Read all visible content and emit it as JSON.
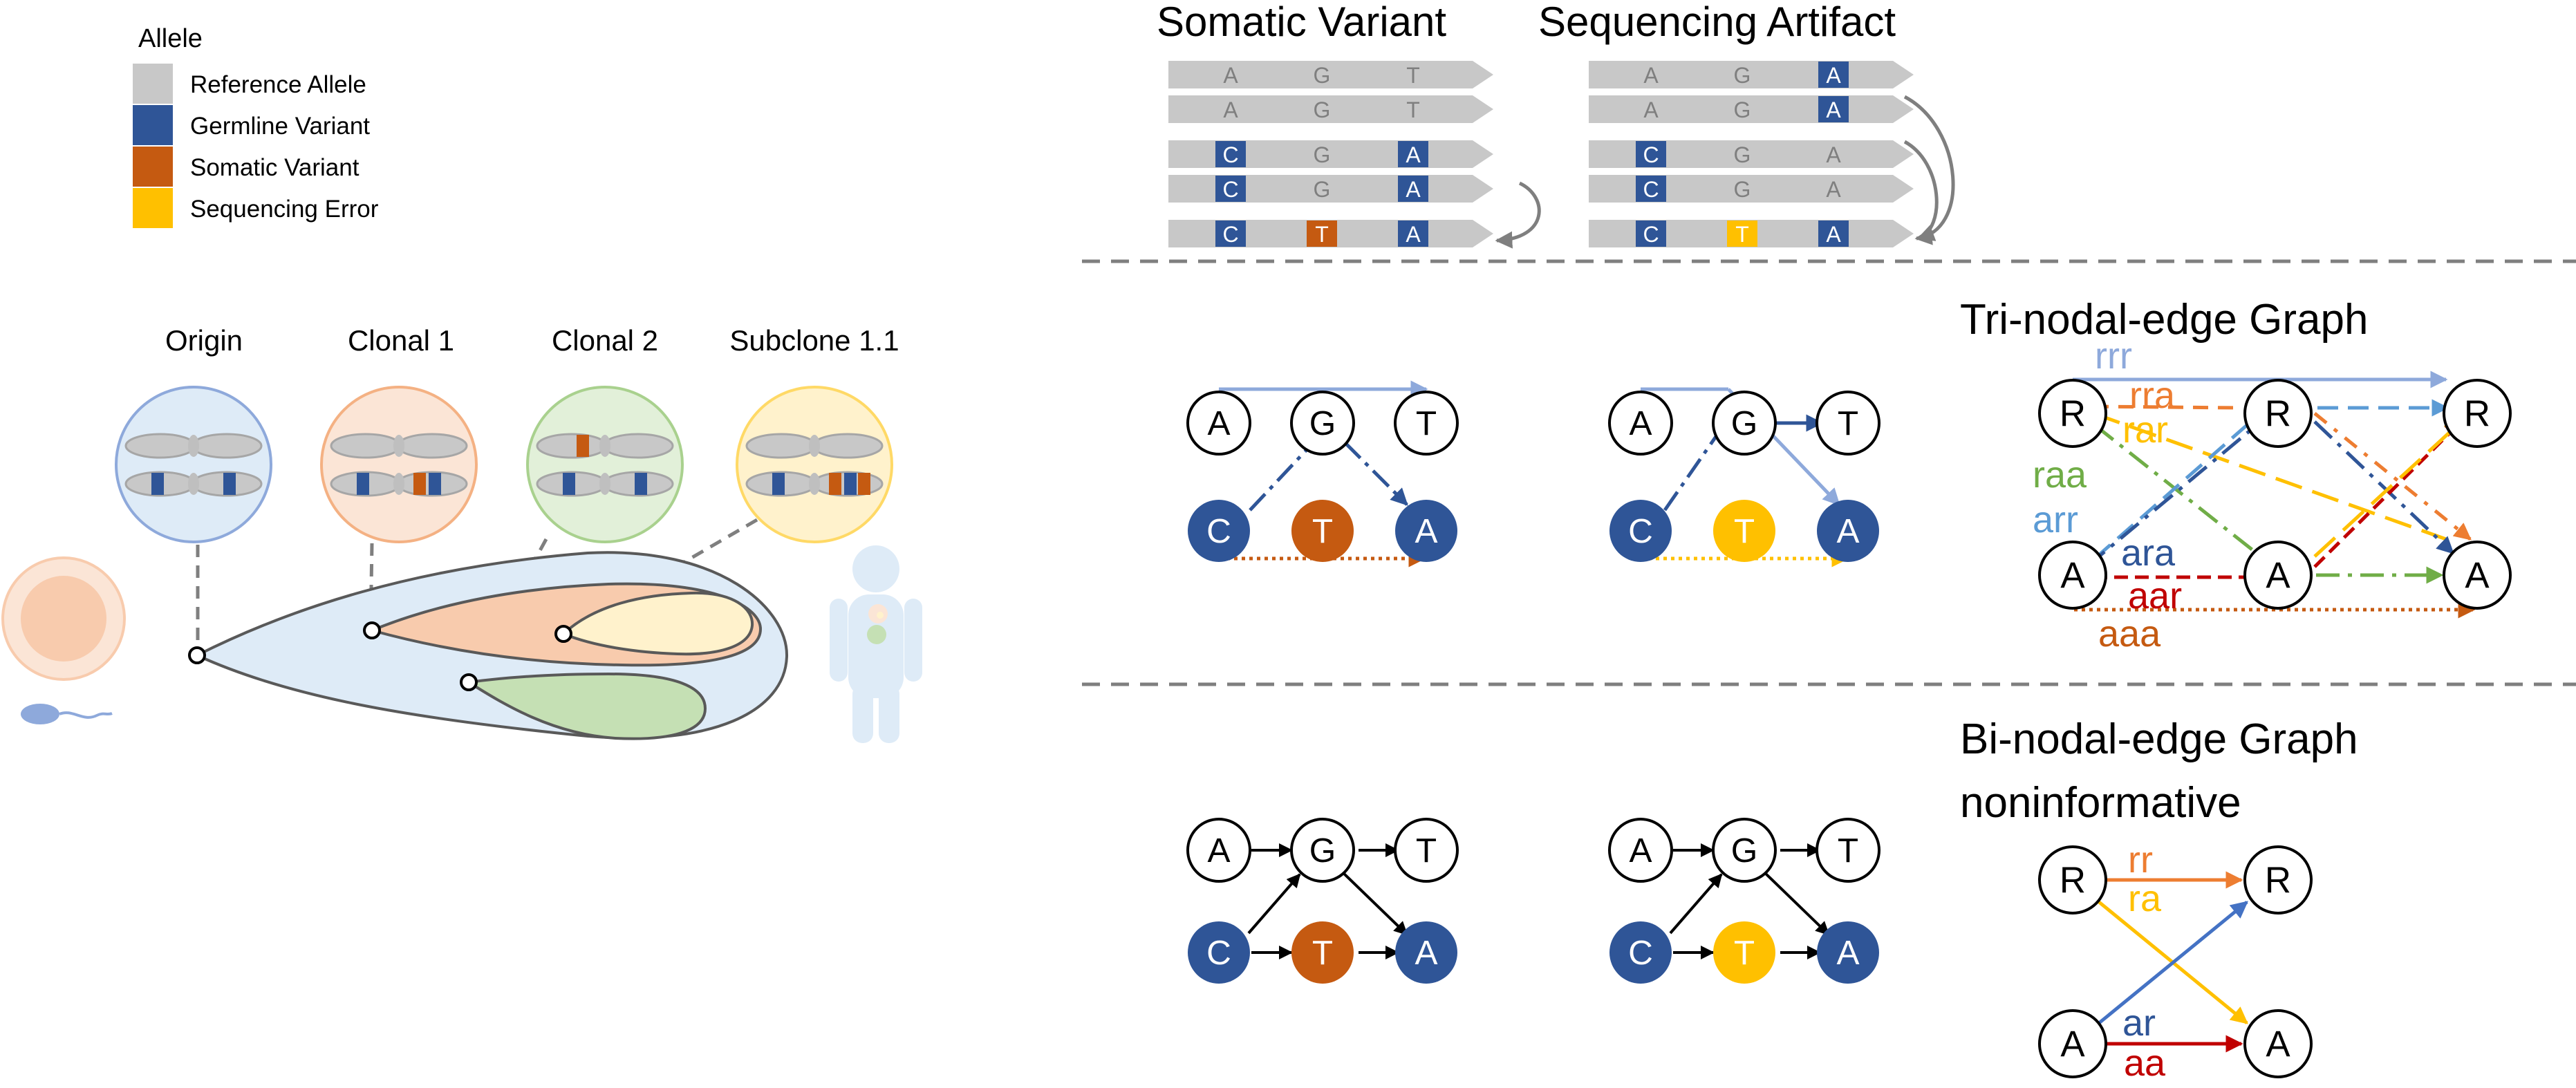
{
  "colors": {
    "reference": "#C8C8C8",
    "germline": "#2F5597",
    "somatic": "#C55A11",
    "seq_error": "#FFC000",
    "ref_text": "#7F7F7F",
    "light_blue": "#8EA9DB",
    "orange_light": "#ED7D31",
    "green": "#70AD47",
    "yellow": "#FFC000",
    "sky": "#5B9BD5",
    "dark_red": "#C00000",
    "brown": "#C55A11"
  },
  "legend": {
    "title": "Allele",
    "items": [
      {
        "label": "Reference Allele",
        "color": "#C8C8C8"
      },
      {
        "label": "Germline Variant",
        "color": "#2F5597"
      },
      {
        "label": "Somatic Variant",
        "color": "#C55A11"
      },
      {
        "label": "Sequencing Error",
        "color": "#FFC000"
      }
    ]
  },
  "evolution": {
    "labels": [
      "Origin",
      "Clonal 1",
      "Clonal 2",
      "Subclone 1.1"
    ],
    "icons": [
      "cell-icon",
      "sperm-icon",
      "human-icon"
    ]
  },
  "reads": {
    "somatic_title": "Somatic Variant",
    "artifact_title": "Sequencing Artifact",
    "somatic_rows": [
      [
        {
          "b": "A"
        },
        {
          "b": "G"
        },
        {
          "b": "T"
        }
      ],
      [
        {
          "b": "A"
        },
        {
          "b": "G"
        },
        {
          "b": "T"
        }
      ],
      [
        {
          "b": "C",
          "c": "germline"
        },
        {
          "b": "G"
        },
        {
          "b": "A",
          "c": "germline"
        }
      ],
      [
        {
          "b": "C",
          "c": "germline"
        },
        {
          "b": "G"
        },
        {
          "b": "A",
          "c": "germline"
        }
      ],
      [
        {
          "b": "C",
          "c": "germline"
        },
        {
          "b": "T",
          "c": "somatic"
        },
        {
          "b": "A",
          "c": "germline"
        }
      ]
    ],
    "artifact_rows": [
      [
        {
          "b": "A"
        },
        {
          "b": "G"
        },
        {
          "b": "A",
          "c": "germline"
        }
      ],
      [
        {
          "b": "A"
        },
        {
          "b": "G"
        },
        {
          "b": "A",
          "c": "germline"
        }
      ],
      [
        {
          "b": "C",
          "c": "germline"
        },
        {
          "b": "G"
        },
        {
          "b": "A"
        }
      ],
      [
        {
          "b": "C",
          "c": "germline"
        },
        {
          "b": "G"
        },
        {
          "b": "A"
        }
      ],
      [
        {
          "b": "C",
          "c": "germline"
        },
        {
          "b": "T",
          "c": "seq_error"
        },
        {
          "b": "A",
          "c": "germline"
        }
      ]
    ]
  },
  "graphs": {
    "somatic": {
      "top": [
        "A",
        "G",
        "T"
      ],
      "bottom": [
        {
          "b": "C",
          "c": "germline"
        },
        {
          "b": "T",
          "c": "somatic"
        },
        {
          "b": "A",
          "c": "germline"
        }
      ]
    },
    "artifact": {
      "top": [
        "A",
        "G",
        "T"
      ],
      "bottom": [
        {
          "b": "C",
          "c": "germline"
        },
        {
          "b": "T",
          "c": "seq_error"
        },
        {
          "b": "A",
          "c": "germline"
        }
      ]
    },
    "tri_title": "Tri-nodal-edge Graph",
    "tri_nodes": [
      "R",
      "R",
      "R",
      "A",
      "A",
      "A"
    ],
    "tri_edges": [
      {
        "label": "rrr",
        "color": "#8EA9DB"
      },
      {
        "label": "rra",
        "color": "#ED7D31"
      },
      {
        "label": "rar",
        "color": "#FFC000"
      },
      {
        "label": "raa",
        "color": "#70AD47"
      },
      {
        "label": "arr",
        "color": "#5B9BD5"
      },
      {
        "label": "ara",
        "color": "#2F5597"
      },
      {
        "label": "aar",
        "color": "#C00000"
      },
      {
        "label": "aaa",
        "color": "#C55A11"
      }
    ],
    "bi_title_line1": "Bi-nodal-edge Graph",
    "bi_title_line2": "noninformative",
    "bi_nodes": [
      "R",
      "R",
      "A",
      "A"
    ],
    "bi_edges": [
      {
        "label": "rr",
        "color": "#ED7D31"
      },
      {
        "label": "ra",
        "color": "#FFC000"
      },
      {
        "label": "ar",
        "color": "#4472C4"
      },
      {
        "label": "aa",
        "color": "#C00000"
      }
    ]
  }
}
